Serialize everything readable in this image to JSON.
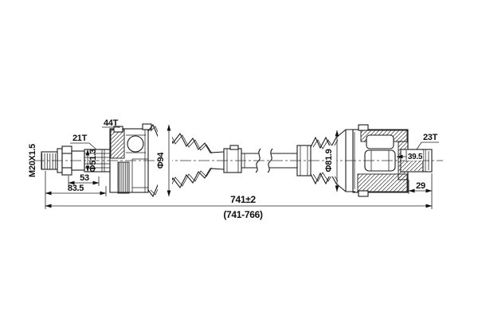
{
  "drawing": {
    "type": "technical-drawing",
    "subject": "CV drive axle / drive shaft cross-section",
    "background_color": "#ffffff",
    "line_color": "#1b1b1b",
    "labels": {
      "thread_spec": "M20X1.5",
      "outer_spline_teeth": "21T",
      "abs_ring_teeth": "44T",
      "inner_spline_teeth": "23T",
      "outer_spline_diameter": "Φ51.3",
      "outer_joint_diameter": "Φ94",
      "inner_joint_diameter": "Φ81.9",
      "nut_to_joint_length": "53",
      "outer_stub_length": "83.5",
      "inner_spline_length": "39.5",
      "inner_stub_length": "29",
      "overall_length": "741±2",
      "overall_length_range": "(741-766)"
    }
  }
}
